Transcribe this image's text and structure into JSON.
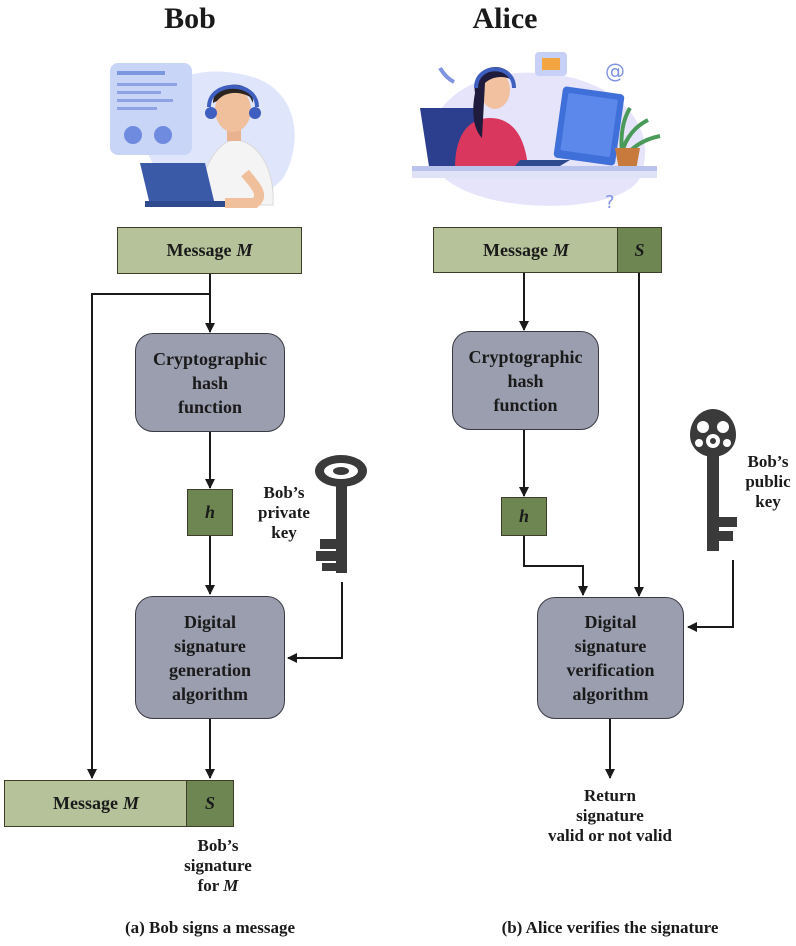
{
  "titles": {
    "left": "Bob",
    "right": "Alice"
  },
  "left": {
    "message_label": "Message",
    "message_var": "M",
    "hash_box": [
      "Cryptographic",
      "hash",
      "function"
    ],
    "h_label": "h",
    "key_label": [
      "Bob’s",
      "private",
      "key"
    ],
    "gen_box": [
      "Digital",
      "signature",
      "generation",
      "algorithm"
    ],
    "signed_message_label": "Message",
    "signed_message_var": "M",
    "s_label": "S",
    "signature_note": [
      "Bob’s",
      "signature",
      "for M"
    ],
    "caption": "(a) Bob signs a message"
  },
  "right": {
    "message_label": "Message",
    "message_var": "M",
    "s_label": "S",
    "hash_box": [
      "Cryptographic",
      "hash",
      "function"
    ],
    "h_label": "h",
    "key_label": [
      "Bob’s",
      "public",
      "key"
    ],
    "verify_box": [
      "Digital",
      "signature",
      "verification",
      "algorithm"
    ],
    "return_note": [
      "Return",
      "signature",
      "valid or not valid"
    ],
    "caption": "(b) Alice verifies the signature"
  },
  "colors": {
    "message_fill": "#b6c29a",
    "signature_fill": "#6e8752",
    "process_fill": "#9a9eae",
    "line": "#1a1a1a",
    "key": "#3a3a3a"
  },
  "icons": [
    "bob-support-agent-illustration",
    "alice-support-agent-illustration",
    "private-key-icon",
    "public-key-icon"
  ]
}
